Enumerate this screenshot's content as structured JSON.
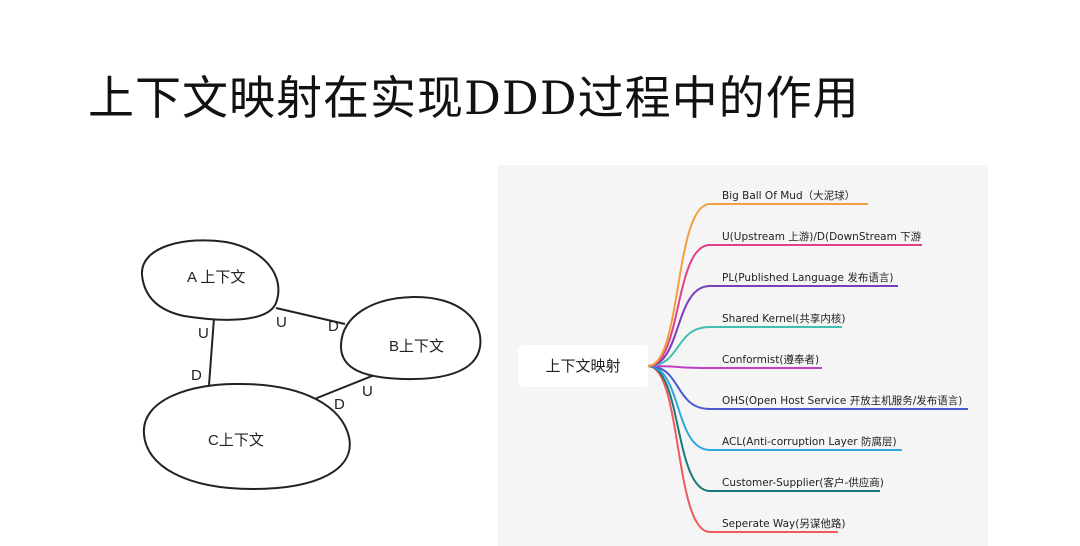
{
  "title": "上下文映射在实现DDD过程中的作用",
  "context_diagram": {
    "nodes": {
      "a": "A 上下文",
      "b": "B上下文",
      "c": "C上下文"
    },
    "edges": {
      "ab": {
        "upstream": "U",
        "downstream": "D"
      },
      "ac": {
        "upstream": "U",
        "downstream": "D"
      },
      "bc": {
        "upstream": "U",
        "downstream": "D"
      }
    }
  },
  "mind_map": {
    "root": "上下文映射",
    "branches": [
      {
        "label": "Big Ball Of Mud（大泥球）",
        "color": "#f0a040"
      },
      {
        "label": "U(Upstream 上游)/D(DownStream 下游",
        "color": "#e0408a"
      },
      {
        "label": "PL(Published Language 发布语言)",
        "color": "#7b3fb8"
      },
      {
        "label": "Shared Kernel(共享内核)",
        "color": "#3fbfb0"
      },
      {
        "label": "Conformist(遵奉者)",
        "color": "#c040c8"
      },
      {
        "label": "OHS(Open Host Service 开放主机服务/发布语言)",
        "color": "#4a5ad0"
      },
      {
        "label": "ACL(Anti-corruption Layer 防腐层)",
        "color": "#30a8e0"
      },
      {
        "label": "Customer-Supplier(客户-供应商)",
        "color": "#1a7a7a"
      },
      {
        "label": "Seperate Way(另谋他路)",
        "color": "#f05a5a"
      }
    ]
  }
}
